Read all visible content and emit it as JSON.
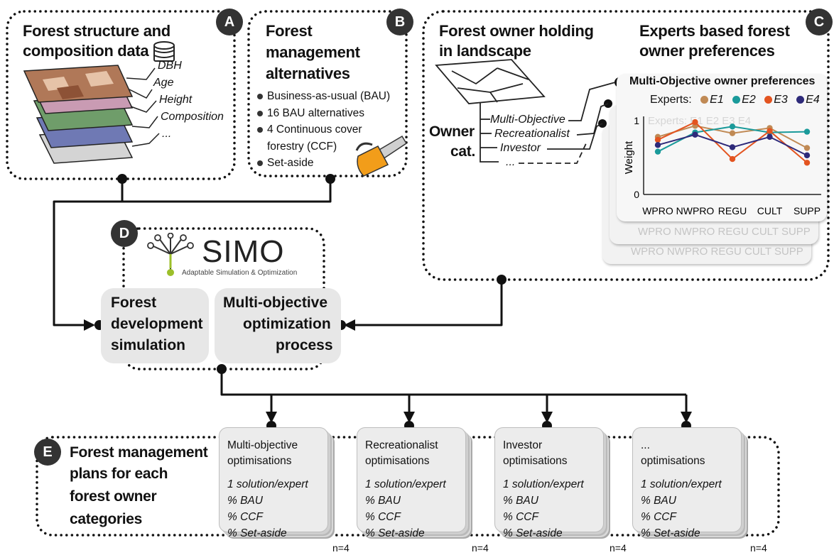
{
  "panel_a": {
    "badge": "A",
    "title_line1": "Forest structure and",
    "title_line2": "composition data",
    "database_icon": "database-icon",
    "layers": [
      "DBH",
      "Age",
      "Height",
      "Composition",
      "..."
    ],
    "layer_colors": [
      "#b07858",
      "#c99bb3",
      "#6f9d6a",
      "#6f79b4",
      "#cfcfcf"
    ]
  },
  "panel_b": {
    "badge": "B",
    "title_line1": "Forest",
    "title_line2": "management",
    "title_line3": "alternatives",
    "items": [
      "Business-as-usual (BAU)",
      "16 BAU alternatives",
      "4 Continuous cover",
      "forestry (CCF)",
      "Set-aside"
    ],
    "chainsaw_icon": "chainsaw-icon"
  },
  "panel_c": {
    "badge": "C",
    "holding_title_line1": "Forest owner holding",
    "holding_title_line2": "in landscape",
    "owner_label_line1": "Owner",
    "owner_label_line2": "cat.",
    "owner_categories": [
      "Multi-Objective",
      "Recreationalist",
      "Investor",
      "..."
    ],
    "experts_title_line1": "Experts based forest",
    "experts_title_line2": "owner preferences",
    "chart_title": "Multi-Objective owner preferences",
    "legend_prefix": "Experts:",
    "ghost_legend": "Experts:  E1  E2  E3  E4",
    "ghost_axis": "WPRO  NWPRO  REGU  CULT  SUPP"
  },
  "chart_data": {
    "type": "line",
    "title": "Multi-Objective owner preferences",
    "categories": [
      "WPRO",
      "NWPRO",
      "REGU",
      "CULT",
      "SUPP"
    ],
    "ylabel": "Weight",
    "ylim": [
      0,
      1
    ],
    "yticks": [
      "0",
      "1"
    ],
    "series": [
      {
        "name": "E1",
        "color": "#c08a55",
        "values": [
          0.78,
          0.93,
          0.83,
          0.9,
          0.63
        ]
      },
      {
        "name": "E2",
        "color": "#1a9a9a",
        "values": [
          0.58,
          0.84,
          0.92,
          0.84,
          0.85
        ]
      },
      {
        "name": "E3",
        "color": "#e35420",
        "values": [
          0.74,
          0.98,
          0.48,
          0.86,
          0.43
        ]
      },
      {
        "name": "E4",
        "color": "#2e2a7a",
        "values": [
          0.67,
          0.81,
          0.64,
          0.78,
          0.53
        ]
      }
    ]
  },
  "panel_d": {
    "badge": "D",
    "logo_text": "SIMO",
    "logo_subtitle": "Adaptable Simulation & Optimization",
    "sim_line1": "Forest",
    "sim_line2": "development",
    "sim_line3": "simulation",
    "opt_line1": "Multi-objective",
    "opt_line2": "optimization",
    "opt_line3": "process"
  },
  "panel_e": {
    "badge": "E",
    "title_line1": "Forest management",
    "title_line2": "plans for each",
    "title_line3": "forest owner",
    "title_line4": "categories",
    "plans": [
      {
        "title_line1": "Multi-objective",
        "title_line2": "optimisations",
        "n": "n=4"
      },
      {
        "title_line1": "Recreationalist",
        "title_line2": "optimisations",
        "n": "n=4"
      },
      {
        "title_line1": "Investor",
        "title_line2": "optimisations",
        "n": "n=4"
      },
      {
        "title_line1": "...",
        "title_line2": "optimisations",
        "n": "n=4"
      }
    ],
    "plan_items": [
      "1 solution/expert",
      "% BAU",
      "% CCF",
      "% Set-aside"
    ]
  }
}
